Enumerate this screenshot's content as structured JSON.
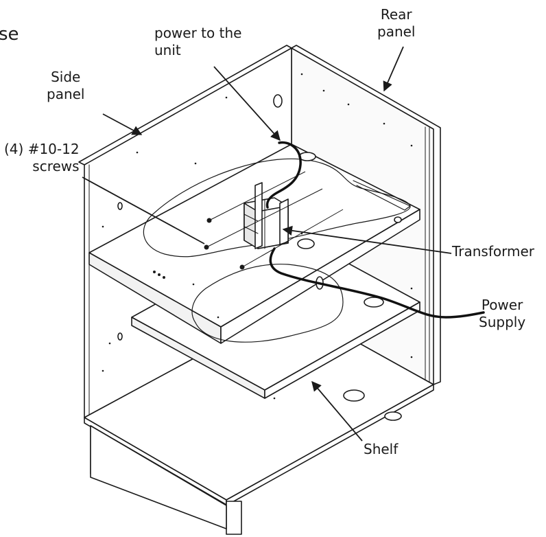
{
  "labels": {
    "cut_heading": "se",
    "power_to_unit": [
      "power to the",
      "unit"
    ],
    "rear_panel": [
      "Rear",
      "panel"
    ],
    "side_panel": [
      "Side",
      "panel"
    ],
    "screws": [
      "(4)  #10-12",
      "screws"
    ],
    "transformer": "Transformer",
    "power_supply": [
      "Power",
      "Supply"
    ],
    "shelf": "Shelf"
  },
  "colors": {
    "line": "#1a1a1a",
    "panel_fill": "#ffffff",
    "cable": "#111111"
  }
}
